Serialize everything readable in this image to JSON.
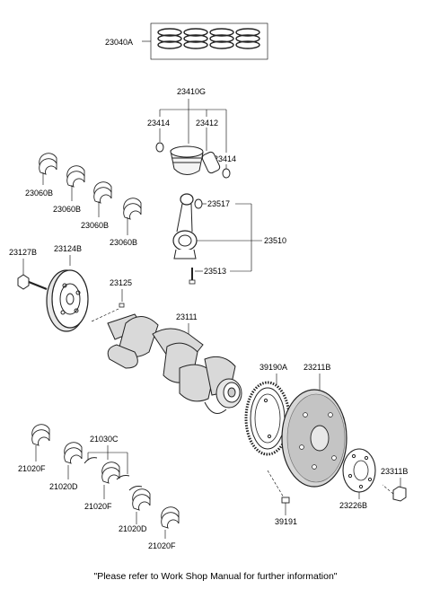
{
  "parts": {
    "piston_ring_set": "23040A",
    "piston_assembly": "23410G",
    "snap_ring_left": "23414",
    "piston_pin": "23412",
    "snap_ring_right": "23414",
    "conrod_bearing": "23517",
    "conrod_assembly": "23510",
    "conrod_bolt": "23513",
    "conrod_bearing_1": "23060B",
    "conrod_bearing_2": "23060B",
    "conrod_bearing_3": "23060B",
    "conrod_bearing_4": "23060B",
    "pulley_bolt": "23127B",
    "damper_pulley": "23124B",
    "crank_key": "23125",
    "crankshaft": "23111",
    "ring_gear": "39190A",
    "flexplate": "23211B",
    "flexplate_bolt": "23311B",
    "adapter_plate": "23226B",
    "sensor_bolt": "39191",
    "thrust_bearing": "21030C",
    "main_bearing_1": "21020F",
    "main_bearing_2": "21020D",
    "main_bearing_3": "21020F",
    "main_bearing_4": "21020D",
    "main_bearing_5": "21020F"
  },
  "footer_note": "\"Please refer to Work Shop Manual for further information\""
}
